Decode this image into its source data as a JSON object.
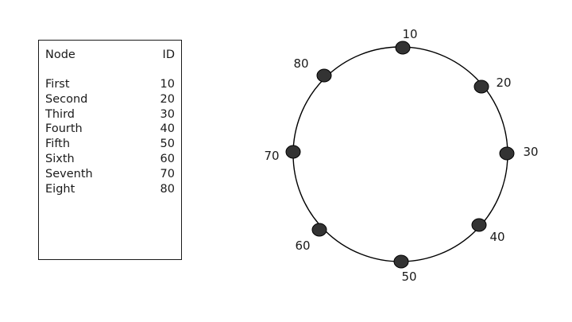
{
  "table": {
    "header": {
      "name": "Node",
      "id": "ID"
    },
    "rows": [
      {
        "name": "First",
        "id": "10"
      },
      {
        "name": "Second",
        "id": "20"
      },
      {
        "name": "Third",
        "id": "30"
      },
      {
        "name": "Fourth",
        "id": "40"
      },
      {
        "name": "Fifth",
        "id": "50"
      },
      {
        "name": "Sixth",
        "id": "60"
      },
      {
        "name": "Seventh",
        "id": "70"
      },
      {
        "name": "Eight",
        "id": "80"
      }
    ]
  },
  "ring": {
    "nodes": [
      {
        "label": "10"
      },
      {
        "label": "20"
      },
      {
        "label": "30"
      },
      {
        "label": "40"
      },
      {
        "label": "50"
      },
      {
        "label": "60"
      },
      {
        "label": "70"
      },
      {
        "label": "80"
      }
    ],
    "colors": {
      "node_fill": "#333333",
      "stroke": "#000000"
    }
  }
}
